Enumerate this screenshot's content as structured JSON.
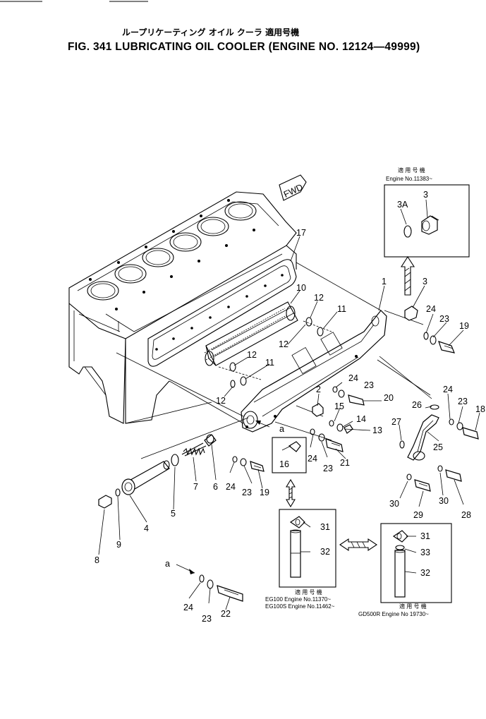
{
  "header": {
    "title_japanese": "ループリケーティング オイル クーラ 適用号機",
    "title_english": "FIG. 341  LUBRICATING OIL COOLER (ENGINE NO. 12124—49999)"
  },
  "direction_tag": "FWD",
  "insets": {
    "top_right": {
      "applicability_japanese": "適 用 号 機",
      "engine_no": "Engine No.11383~"
    },
    "middle": {
      "applicability_japanese": "適 用 号 機",
      "line1": "EG100   Engine No.11370~",
      "line2": "EG100S Engine No.11462~"
    },
    "right": {
      "applicability_japanese": "適 用 号 機",
      "line1": "GD500R Engine No 19730~"
    }
  },
  "callouts": {
    "c1": "1",
    "c2": "2",
    "c3": "3",
    "c3top": "3",
    "c3a": "3A",
    "c4": "4",
    "c5": "5",
    "c6": "6",
    "c7": "7",
    "c8": "8",
    "c9": "9",
    "c10": "10",
    "c11a": "11",
    "c11b": "11",
    "c12a": "12",
    "c12b": "12",
    "c12c": "12",
    "c12d": "12",
    "c13": "13",
    "c14": "14",
    "c15": "15",
    "c16": "16",
    "c17": "17",
    "c18": "18",
    "c19a": "19",
    "c19b": "19",
    "c20": "20",
    "c21": "21",
    "c22": "22",
    "c23a": "23",
    "c23b": "23",
    "c23c": "23",
    "c23d": "23",
    "c23e": "23",
    "c24a": "24",
    "c24b": "24",
    "c24c": "24",
    "c24d": "24",
    "c24e": "24",
    "c24f": "24",
    "c25": "25",
    "c26": "26",
    "c27": "27",
    "c28": "28",
    "c29": "29",
    "c30a": "30",
    "c30b": "30",
    "c31a": "31",
    "c31b": "31",
    "c32a": "32",
    "c32b": "32",
    "c33": "33",
    "ca1": "a",
    "ca2": "a"
  }
}
